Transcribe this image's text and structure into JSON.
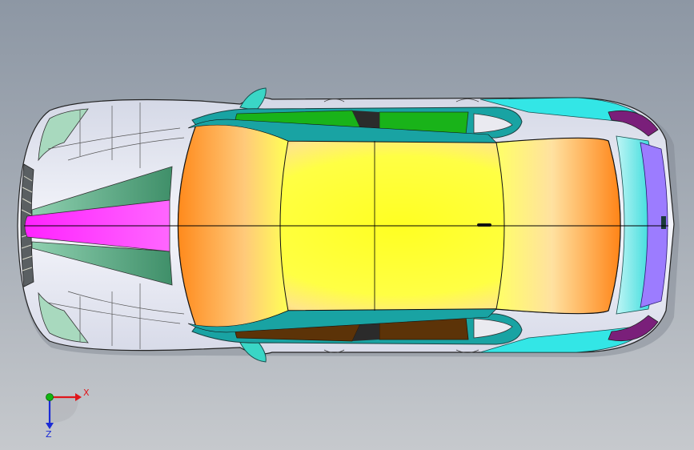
{
  "viewport": {
    "background_top": "#8d97a4",
    "background_bottom": "#c6c9cd"
  },
  "model": {
    "name_icon": "car-body-top-view",
    "colors": {
      "roof_center": "#ffff33",
      "roof_edge": "#ff8a1c",
      "hood_stripe": "#ff33ff",
      "hood_panels": "#5aa27c",
      "glass_left": "#19b319",
      "glass_right": "#5c3308",
      "trim": "#19a3a3",
      "rear_panel": "#33e6e6",
      "rear_violet": "#9c7cff",
      "body": "#eceef5"
    }
  },
  "triad": {
    "x_label": "X",
    "z_label": "Z",
    "x_color": "#e0161b",
    "y_color": "#11b511",
    "z_color": "#1a2bd6"
  }
}
